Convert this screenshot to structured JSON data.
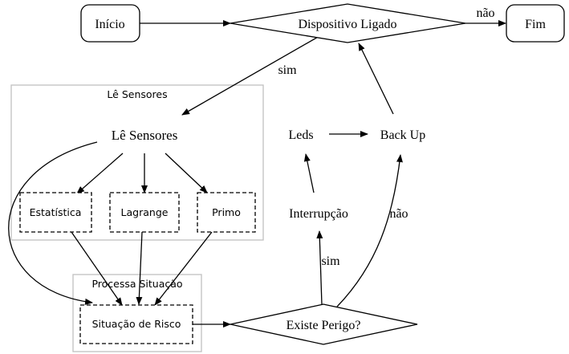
{
  "nodes": {
    "inicio": "Início",
    "dispositivo": "Dispositivo Ligado",
    "fim": "Fim",
    "le_sensores": "Lê Sensores",
    "estatistica": "Estatística",
    "lagrange": "Lagrange",
    "primo": "Primo",
    "situacao_risco": "Situação de Risco",
    "existe_perigo": "Existe Perigo?",
    "interrupcao": "Interrupção",
    "leds": "Leds",
    "back_up": "Back Up"
  },
  "clusters": {
    "le_sensores": "Lê Sensores",
    "processa_situacao": "Processa Situação"
  },
  "edge_labels": {
    "nao_fim": "não",
    "sim_sensores": "sim",
    "sim_interrupcao": "sim",
    "nao_backup": "não"
  },
  "colors": {
    "stroke": "#000000",
    "cluster": "#c0c0c0",
    "background": "#ffffff"
  }
}
